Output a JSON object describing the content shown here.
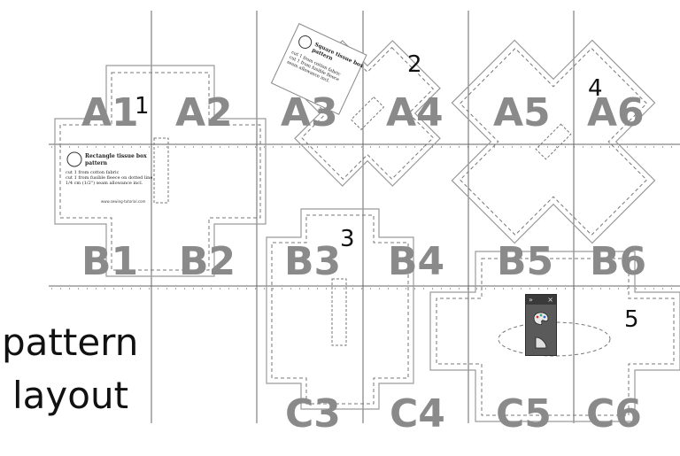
{
  "cells": [
    "A1",
    "A2",
    "A3",
    "A4",
    "A5",
    "A6",
    "B1",
    "B2",
    "B3",
    "B4",
    "B5",
    "B6",
    "C3",
    "C4",
    "C5",
    "C6"
  ],
  "piece_numbers": [
    "1",
    "2",
    "3",
    "4",
    "5"
  ],
  "caption": {
    "line1": "pattern",
    "line2": "layout"
  },
  "piece1_label": {
    "title": "Rectangle tissue box",
    "title2": "pattern",
    "l1": "cut 1 from cotton fabric",
    "l2": "cut 1 from fusible fleece on dotted line",
    "l3": "1/4 cm (1/2\") seam allowance incl.",
    "url": "www.sewing-tutorial.com"
  },
  "piece2_label": {
    "title": "Square tissue box",
    "title2": "pattern",
    "l1": "cut 1 from cotton fabric",
    "l2": "cut 1 from fusible fleece",
    "l3": "seam allowance incl."
  },
  "tool_panel": {
    "collapse": "»",
    "close": "×",
    "icon1": "palette-icon",
    "icon2": "corner-icon"
  },
  "colors": {
    "cell_label": "#8a8a8a",
    "outline": "#9a9a9a",
    "grid": "#555555",
    "panel": "#5a5a5a"
  }
}
